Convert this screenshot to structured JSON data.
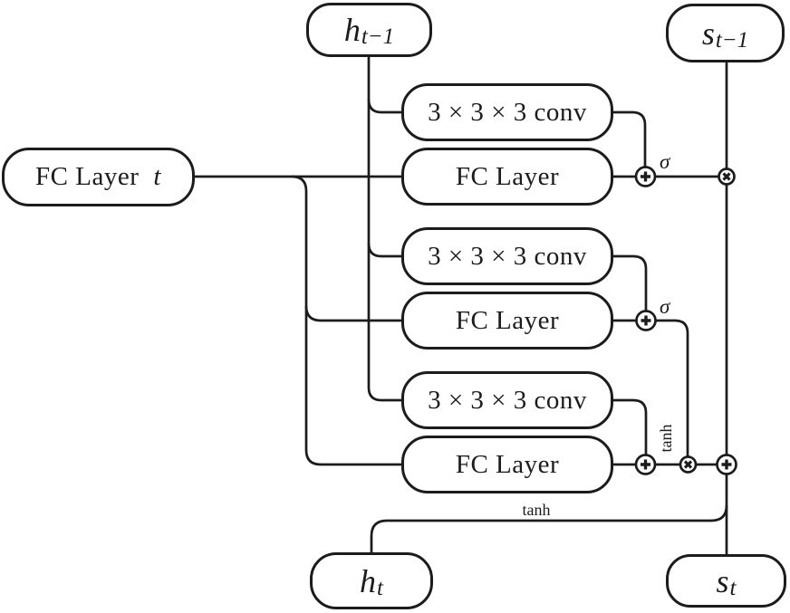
{
  "diagram": {
    "nodes": {
      "h_prev": {
        "base": "h",
        "sub": "t−1"
      },
      "s_prev": {
        "base": "s",
        "sub": "t−1"
      },
      "fc_input": {
        "label": "FC Layer",
        "var": "t"
      },
      "conv_label": "3 × 3 × 3 conv",
      "fc_label": "FC Layer",
      "h_out": {
        "base": "h",
        "sub": "t"
      },
      "s_out": {
        "base": "s",
        "sub": "t"
      }
    },
    "wire_labels": {
      "sigma": "σ",
      "tanh": "tanh"
    },
    "colors": {
      "stroke": "#1c1c1c",
      "node_fill": "#ffffff",
      "background": "#ffffff"
    }
  }
}
